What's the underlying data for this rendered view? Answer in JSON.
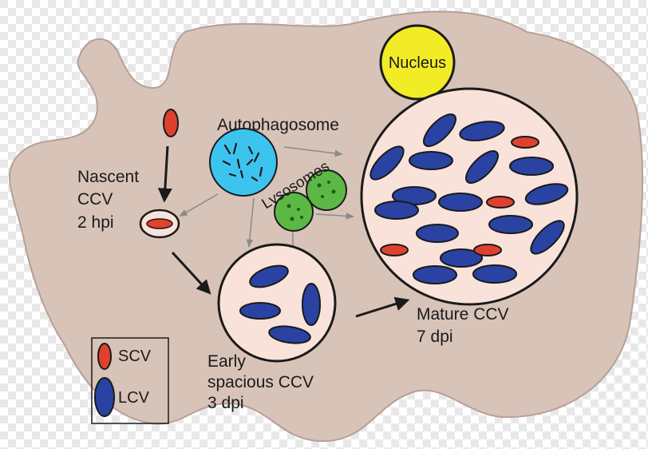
{
  "labels": {
    "nucleus": "Nucleus",
    "autophagosome": "Autophagosome",
    "lysosomes": "Lysosomes",
    "nascent_1": "Nascent",
    "nascent_2": "CCV",
    "nascent_3": "2 hpi",
    "early_1": "Early",
    "early_2": "spacious CCV",
    "early_3": "3 dpi",
    "mature_1": "Mature CCV",
    "mature_2": "7 dpi"
  },
  "legend": [
    {
      "label": "SCV",
      "color": "#e0412f"
    },
    {
      "label": "LCV",
      "color": "#2a43a3"
    }
  ],
  "colors": {
    "cell": "#d8c3b8",
    "vacuole": "#f8e2da",
    "nucleus": "#f2ec26",
    "autophagosome": "#3cc4ee",
    "lysosome": "#5bb845",
    "scv": "#e0412f",
    "lcv": "#2a43a3"
  }
}
